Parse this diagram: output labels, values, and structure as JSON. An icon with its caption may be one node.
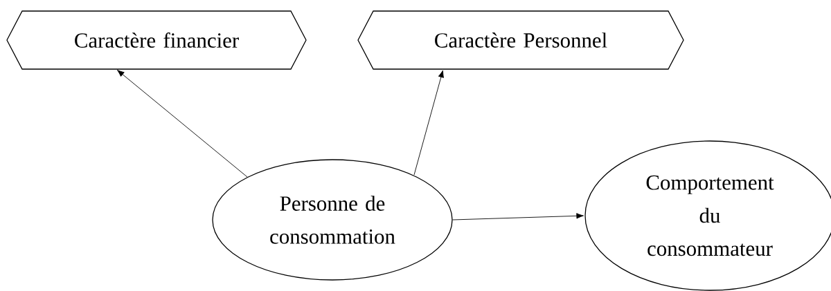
{
  "diagram": {
    "nodes": [
      {
        "text": [
          "Caractère financier"
        ]
      },
      {
        "text": [
          "Caractère Personnel"
        ]
      },
      {
        "text": [
          "Personne de consommation"
        ]
      },
      {
        "text": [
          "Comportement du consommateur"
        ]
      }
    ],
    "edges": [
      {
        "from": 2,
        "to": 0,
        "arrow": "to"
      },
      {
        "from": 2,
        "to": 1,
        "arrow": "to"
      },
      {
        "from": 2,
        "to": 3,
        "arrow": "to"
      }
    ]
  }
}
